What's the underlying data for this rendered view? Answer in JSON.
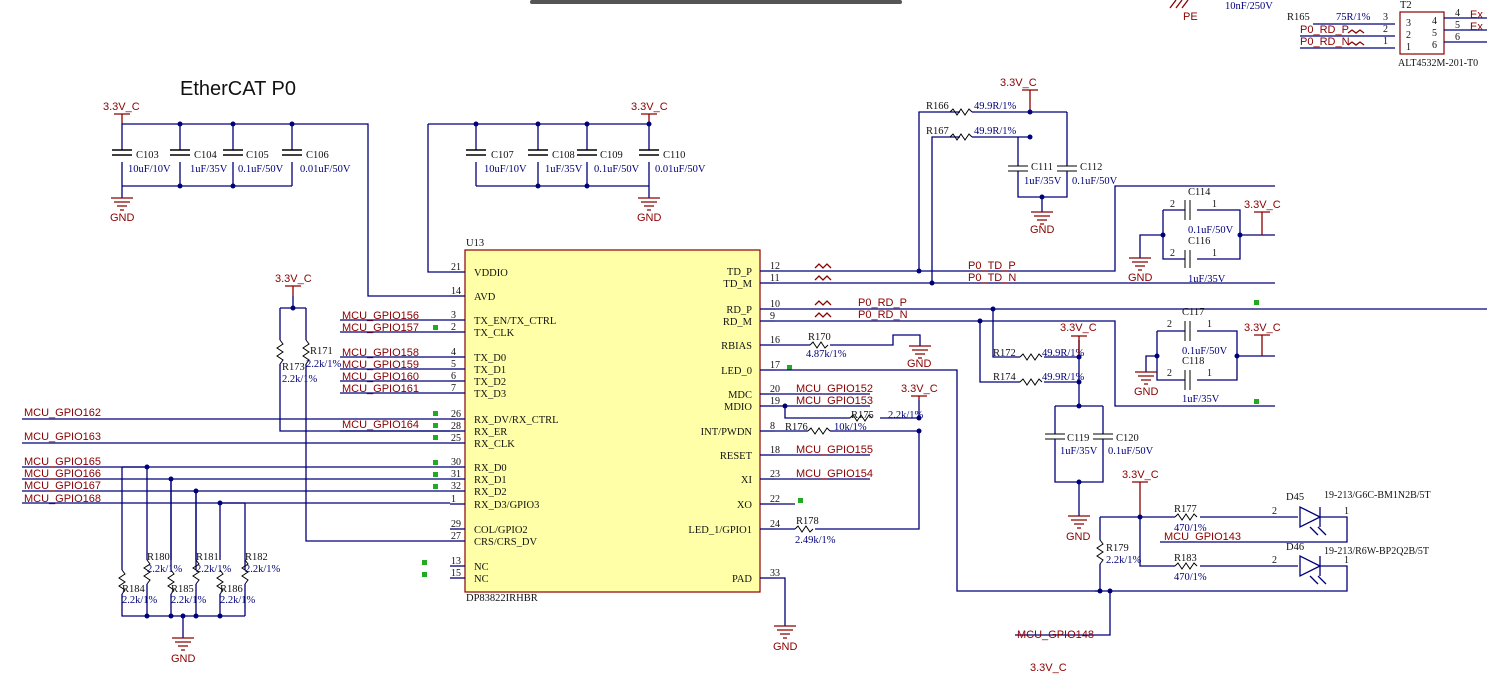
{
  "title": "EtherCAT P0",
  "ic": {
    "ref": "U13",
    "part": "DP83822IRHBR"
  },
  "power_label": "3.3V_C",
  "ground_label": "GND",
  "top_fragments": {
    "pe": "PE",
    "cap_value": "10nF/250V",
    "r165": "R165",
    "r165_value": "75R/1%",
    "t2": "T2",
    "t2_part": "ALT4532M-201-T0",
    "p0_rd_p": "P0_RD_P",
    "p0_rd_n": "P0_RD_N",
    "exp1": "Ex",
    "exp2": "Ex"
  },
  "left_pins": [
    {
      "num": "21",
      "name": "VDDIO"
    },
    {
      "num": "14",
      "name": "AVD"
    },
    {
      "num": "3",
      "name": "TX_EN/TX_CTRL"
    },
    {
      "num": "2",
      "name": "TX_CLK"
    },
    {
      "num": "4",
      "name": "TX_D0"
    },
    {
      "num": "5",
      "name": "TX_D1"
    },
    {
      "num": "6",
      "name": "TX_D2"
    },
    {
      "num": "7",
      "name": "TX_D3"
    },
    {
      "num": "26",
      "name": "RX_DV/RX_CTRL"
    },
    {
      "num": "28",
      "name": "RX_ER"
    },
    {
      "num": "25",
      "name": "RX_CLK"
    },
    {
      "num": "30",
      "name": "RX_D0"
    },
    {
      "num": "31",
      "name": "RX_D1"
    },
    {
      "num": "32",
      "name": "RX_D2"
    },
    {
      "num": "1",
      "name": "RX_D3/GPIO3"
    },
    {
      "num": "29",
      "name": "COL/GPIO2"
    },
    {
      "num": "27",
      "name": "CRS/CRS_DV"
    },
    {
      "num": "13",
      "name": "NC"
    },
    {
      "num": "15",
      "name": "NC"
    }
  ],
  "right_pins": [
    {
      "num": "12",
      "name": "TD_P"
    },
    {
      "num": "11",
      "name": "TD_M"
    },
    {
      "num": "10",
      "name": "RD_P"
    },
    {
      "num": "9",
      "name": "RD_M"
    },
    {
      "num": "16",
      "name": "RBIAS"
    },
    {
      "num": "17",
      "name": "LED_0"
    },
    {
      "num": "20",
      "name": "MDC"
    },
    {
      "num": "19",
      "name": "MDIO"
    },
    {
      "num": "8",
      "name": "INT/PWDN"
    },
    {
      "num": "18",
      "name": "RESET"
    },
    {
      "num": "23",
      "name": "XI"
    },
    {
      "num": "22",
      "name": "XO"
    },
    {
      "num": "24",
      "name": "LED_1/GPIO1"
    },
    {
      "num": "33",
      "name": "PAD"
    }
  ],
  "caps": [
    {
      "ref": "C103",
      "value": "10uF/10V"
    },
    {
      "ref": "C104",
      "value": "1uF/35V"
    },
    {
      "ref": "C105",
      "value": "0.1uF/50V"
    },
    {
      "ref": "C106",
      "value": "0.01uF/50V"
    },
    {
      "ref": "C107",
      "value": "10uF/10V"
    },
    {
      "ref": "C108",
      "value": "1uF/35V"
    },
    {
      "ref": "C109",
      "value": "0.1uF/50V"
    },
    {
      "ref": "C110",
      "value": "0.01uF/50V"
    },
    {
      "ref": "C111",
      "value": "1uF/35V"
    },
    {
      "ref": "C112",
      "value": "0.1uF/50V"
    },
    {
      "ref": "C114",
      "value": "0.1uF/50V"
    },
    {
      "ref": "C116",
      "value": "1uF/35V"
    },
    {
      "ref": "C117",
      "value": "0.1uF/50V"
    },
    {
      "ref": "C118",
      "value": "1uF/35V"
    },
    {
      "ref": "C119",
      "value": "1uF/35V"
    },
    {
      "ref": "C120",
      "value": "0.1uF/50V"
    }
  ],
  "resistors": [
    {
      "ref": "R166",
      "value": "49.9R/1%"
    },
    {
      "ref": "R167",
      "value": "49.9R/1%"
    },
    {
      "ref": "R170",
      "value": "4.87k/1%"
    },
    {
      "ref": "R171",
      "value": "2.2k/1%"
    },
    {
      "ref": "R173",
      "value": "2.2k/1%"
    },
    {
      "ref": "R172",
      "value": "49.9R/1%"
    },
    {
      "ref": "R174",
      "value": "49.9R/1%"
    },
    {
      "ref": "R175",
      "value": "2.2k/1%"
    },
    {
      "ref": "R176",
      "value": "10k/1%"
    },
    {
      "ref": "R177",
      "value": "470/1%"
    },
    {
      "ref": "R178",
      "value": "2.49k/1%"
    },
    {
      "ref": "R179",
      "value": "2.2k/1%"
    },
    {
      "ref": "R180",
      "value": "2.2k/1%"
    },
    {
      "ref": "R181",
      "value": "2.2k/1%"
    },
    {
      "ref": "R182",
      "value": "2.2k/1%"
    },
    {
      "ref": "R183",
      "value": "470/1%"
    },
    {
      "ref": "R184",
      "value": "2.2k/1%"
    },
    {
      "ref": "R185",
      "value": "2.2k/1%"
    },
    {
      "ref": "R186",
      "value": "2.2k/1%"
    }
  ],
  "leds": [
    {
      "ref": "D45",
      "part": "19-213/G6C-BM1N2B/5T"
    },
    {
      "ref": "D46",
      "part": "19-213/R6W-BP2Q2B/5T"
    }
  ],
  "net_labels": {
    "gpio156": "MCU_GPIO156",
    "gpio157": "MCU_GPIO157",
    "gpio158": "MCU_GPIO158",
    "gpio159": "MCU_GPIO159",
    "gpio160": "MCU_GPIO160",
    "gpio161": "MCU_GPIO161",
    "gpio164": "MCU_GPIO164",
    "gpio162": "MCU_GPIO162",
    "gpio163": "MCU_GPIO163",
    "gpio165": "MCU_GPIO165",
    "gpio166": "MCU_GPIO166",
    "gpio167": "MCU_GPIO167",
    "gpio168": "MCU_GPIO168",
    "gpio152": "MCU_GPIO152",
    "gpio153": "MCU_GPIO153",
    "gpio155": "MCU_GPIO155",
    "gpio154": "MCU_GPIO154",
    "gpio143": "MCU_GPIO143",
    "gpio148": "MCU_GPIO148",
    "p0_td_p": "P0_TD_P",
    "p0_td_n": "P0_TD_N",
    "p0_rd_p": "P0_RD_P",
    "p0_rd_n": "P0_RD_N"
  },
  "colors": {
    "wire": "#00007a",
    "label": "#8b0000",
    "chip_fill": "#ffffa8"
  }
}
